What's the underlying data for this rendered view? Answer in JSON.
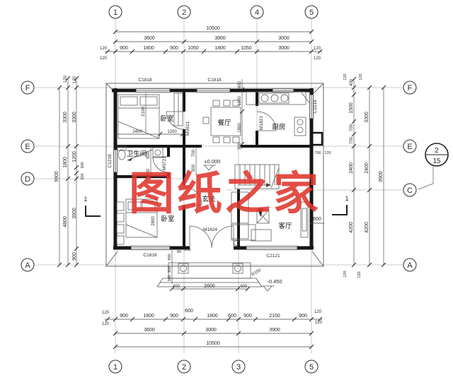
{
  "watermark": "图纸之家",
  "grid": {
    "top": [
      "1",
      "2",
      "4",
      "5"
    ],
    "bottom": [
      "1",
      "2",
      "3",
      "5"
    ],
    "left": [
      "F",
      "E",
      "D",
      "A"
    ],
    "right": [
      "F",
      "E",
      "C",
      "A"
    ],
    "detail_num": "2",
    "detail_den": "15",
    "section_left": "1",
    "section_right": "1"
  },
  "rooms": {
    "bedroom_top": "卧室",
    "dining": "餐厅",
    "kitchen": "厨房",
    "bathroom": "卫生间",
    "foyer": "玄关",
    "bedroom_bottom": "卧室",
    "living": "客厅"
  },
  "openings": {
    "win_top_left": "C1818",
    "win_top_mid": "C1818",
    "win_left": "C1218",
    "win_right": "C1518",
    "win_bottom_left": "C1818",
    "win_bottom_right": "C2121",
    "door_bedroom": "M0921",
    "door_kitchen": "M1821",
    "door_bath": "M0721",
    "door_entry": "M1824"
  },
  "levels": {
    "main": "±0.000",
    "porch": "-0.450",
    "radius": "R150"
  },
  "dims": {
    "top": {
      "total": "10500",
      "segs": [
        "3600",
        "3900",
        "3000"
      ],
      "chain": [
        "120",
        "900",
        "1800",
        "900",
        "1050",
        "1800",
        "1050",
        "3000",
        "120"
      ],
      "wall": "120",
      "wall2": "120"
    },
    "bottom": {
      "total": "10500",
      "segs": [
        "3600",
        "3000",
        "3900"
      ],
      "chain": [
        "120",
        "900",
        "1800",
        "900",
        "600",
        "1800",
        "600",
        "900",
        "2100",
        "900",
        "120"
      ],
      "wall": "120",
      "wall2": "120"
    },
    "left": {
      "total": "9900",
      "col1": [
        "120",
        "3300",
        "1800",
        "4800"
      ],
      "col2": [
        "120",
        "3300",
        "1200",
        "300",
        "300",
        "3900",
        "900"
      ]
    },
    "right": {
      "total": "9900",
      "col1": [
        "400",
        "120",
        "120",
        "1500",
        "700",
        "700",
        "2400",
        "4200"
      ],
      "col2": [
        "3300",
        "2400",
        "4200"
      ],
      "bottom": [
        "120",
        "120"
      ]
    },
    "interior": {
      "bed_w": "2400",
      "bed_hall": "1200",
      "bed_d": "2100",
      "kitchen": [
        "600",
        "1200",
        "1800",
        "300"
      ],
      "foyer": [
        "700",
        "900"
      ],
      "bath": [
        "900",
        "700"
      ],
      "bed2": "2800",
      "living": "600",
      "e1": "700",
      "e2": "120"
    },
    "porch": {
      "w": "2600",
      "s1": "400",
      "s2": "400",
      "v": [
        "900",
        "600",
        "300"
      ],
      "t": [
        "80",
        "150"
      ]
    }
  }
}
